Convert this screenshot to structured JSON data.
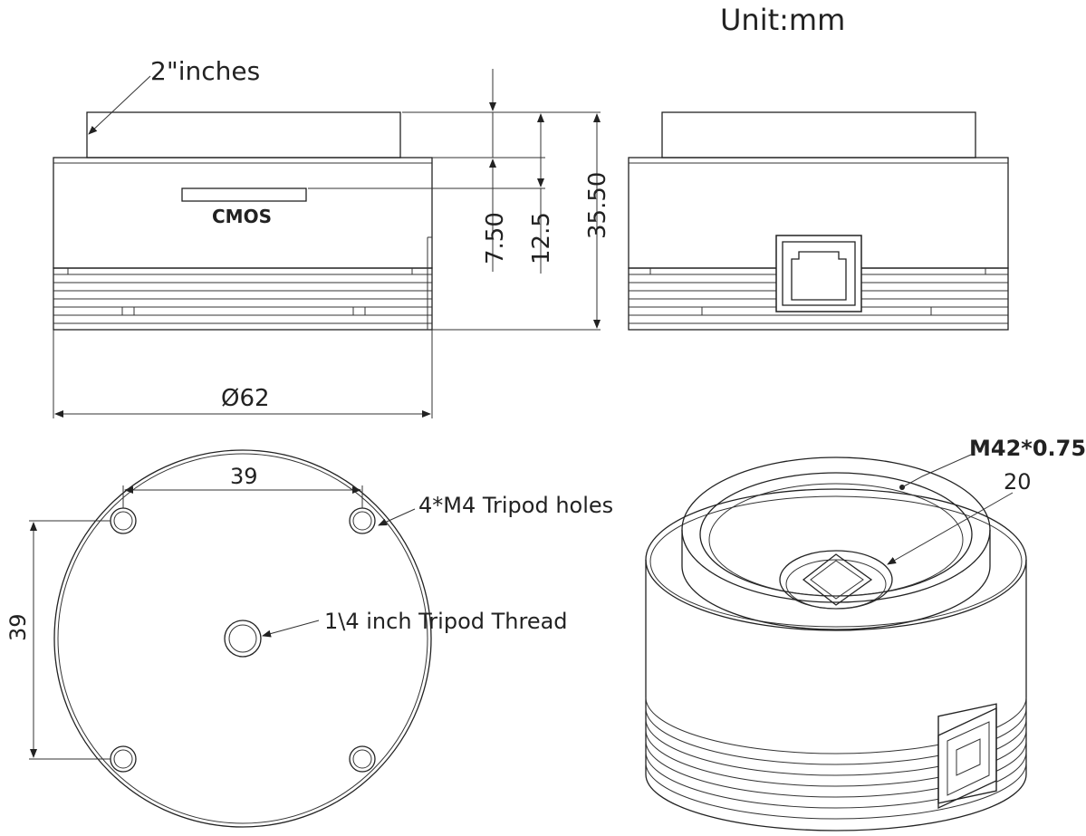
{
  "unit_label": "Unit:mm",
  "sensor_size_label": "2\"inches",
  "sensor_label": "CMOS",
  "dimensions": {
    "height_short": "7.50",
    "height_mid": "12.5",
    "height_total": "35.50",
    "diameter": "Ø62"
  },
  "bottom_view": {
    "hole_spacing_horizontal": "39",
    "hole_spacing_vertical": "39",
    "tripod_holes_label": "4*M4 Tripod holes",
    "tripod_thread_label": "1\\4 inch Tripod Thread"
  },
  "perspective_view": {
    "thread_label": "M42*0.75",
    "aperture_label": "20"
  }
}
